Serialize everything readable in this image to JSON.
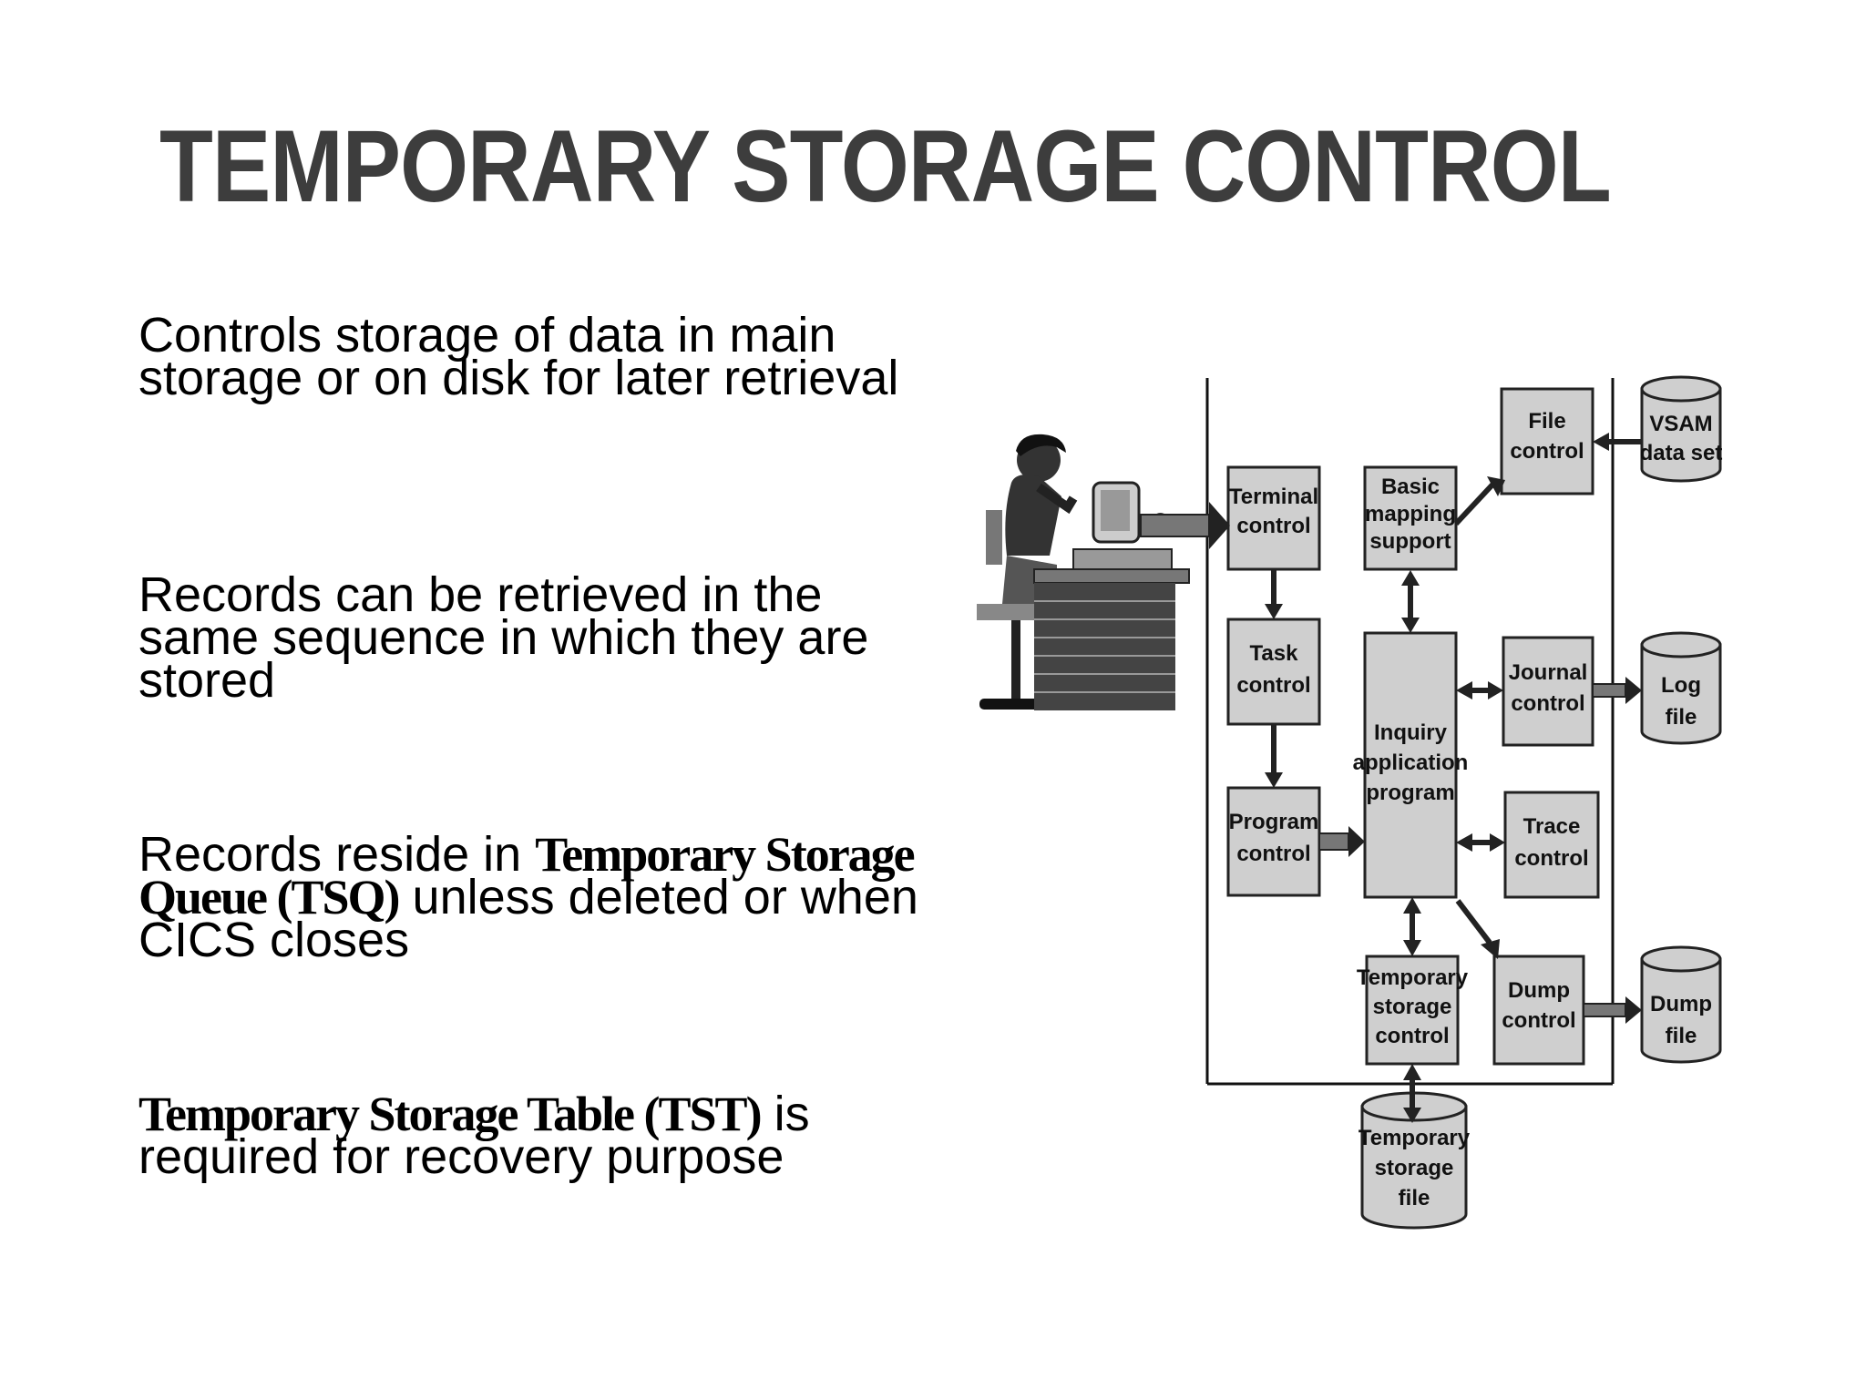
{
  "title": "TEMPORARY  STORAGE CONTROL",
  "bullets": [
    {
      "text": "Controls storage of data in main storage or on disk for later retrieval"
    },
    {
      "text": "Records can be retrieved in the same sequence in which they are stored"
    },
    {
      "pre": "Records reside in ",
      "em": "Temporary Storage Queue (TSQ)",
      "post": " unless deleted or when CICS closes"
    },
    {
      "em": "Temporary Storage Table (TST)",
      "post": " is required for recovery purpose"
    }
  ],
  "diagram": {
    "boxes": {
      "terminal": [
        "Terminal",
        "control"
      ],
      "bms": [
        "Basic",
        "mapping",
        "support"
      ],
      "file": [
        "File",
        "control"
      ],
      "task": [
        "Task",
        "control"
      ],
      "program": [
        "Program",
        "control"
      ],
      "inquiry": [
        "Inquiry",
        "application",
        "program"
      ],
      "journal": [
        "Journal",
        "control"
      ],
      "trace": [
        "Trace",
        "control"
      ],
      "ts": [
        "Temporary",
        "storage",
        "control"
      ],
      "dump": [
        "Dump",
        "control"
      ]
    },
    "cylinders": {
      "vsam": [
        "VSAM",
        "data set"
      ],
      "log": [
        "Log",
        "file"
      ],
      "dumpfile": [
        "Dump",
        "file"
      ],
      "tsfile": [
        "Temporary",
        "storage",
        "file"
      ]
    }
  }
}
